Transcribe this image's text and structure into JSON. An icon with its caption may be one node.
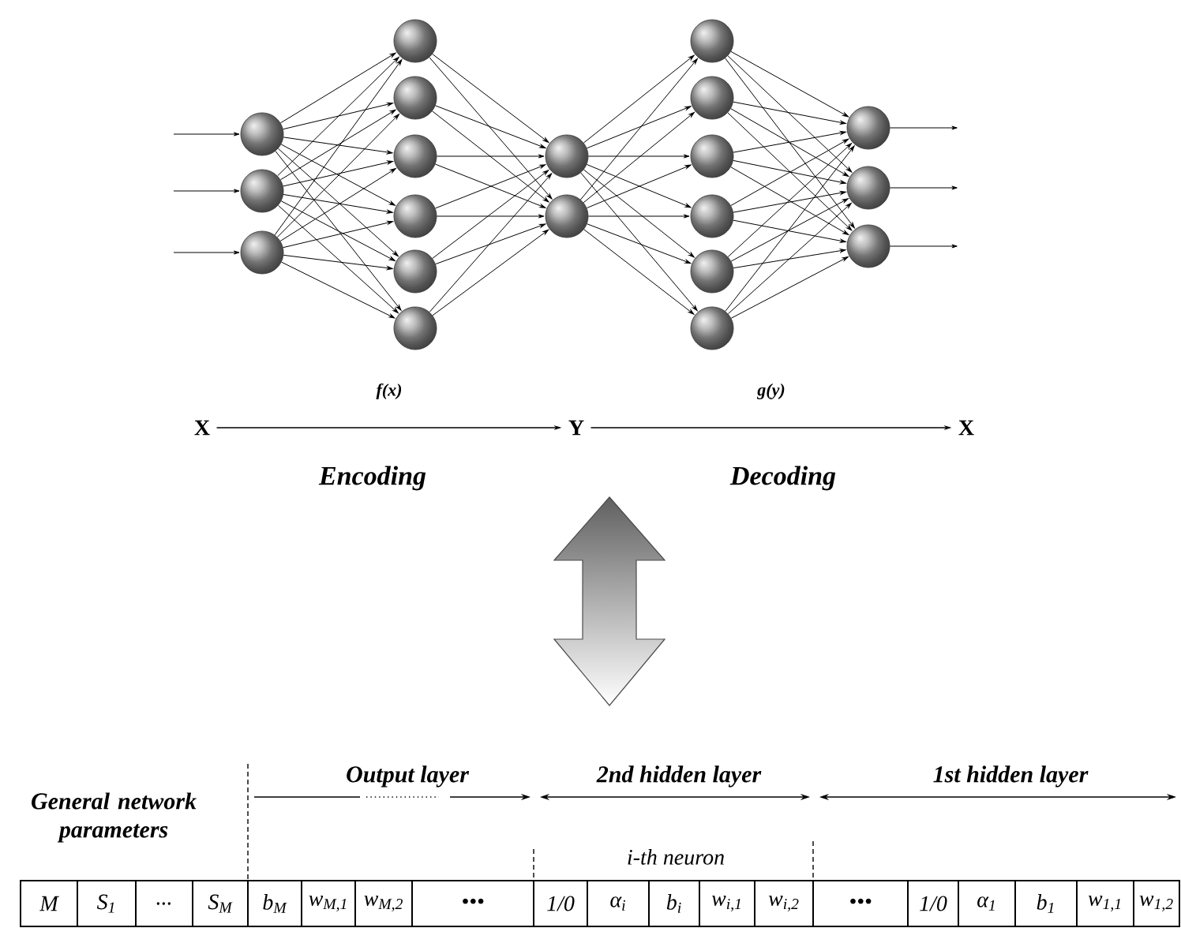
{
  "diagram": {
    "nodes": [
      {
        "text": [],
        "shape": "circle"
      },
      {
        "text": [],
        "shape": "circle"
      },
      {
        "text": [],
        "shape": "circle"
      },
      {
        "text": [],
        "shape": "circle"
      },
      {
        "text": [],
        "shape": "circle"
      },
      {
        "text": [],
        "shape": "circle"
      },
      {
        "text": [],
        "shape": "circle"
      },
      {
        "text": [],
        "shape": "circle"
      },
      {
        "text": [],
        "shape": "circle"
      },
      {
        "text": [],
        "shape": "circle"
      },
      {
        "text": [],
        "shape": "circle"
      },
      {
        "text": [],
        "shape": "circle"
      },
      {
        "text": [],
        "shape": "circle"
      },
      {
        "text": [],
        "shape": "circle"
      },
      {
        "text": [],
        "shape": "circle"
      },
      {
        "text": [],
        "shape": "circle"
      },
      {
        "text": [],
        "shape": "circle"
      },
      {
        "text": [],
        "shape": "circle"
      },
      {
        "text": [],
        "shape": "circle"
      },
      {
        "text": [],
        "shape": "circle"
      },
      {
        "text": [
          "X"
        ]
      },
      {
        "text": [
          "Y"
        ]
      },
      {
        "text": [
          "X"
        ]
      }
    ],
    "edges": [
      {
        "from": null,
        "to": 0,
        "arrow": "to"
      },
      {
        "from": null,
        "to": 1,
        "arrow": "to"
      },
      {
        "from": null,
        "to": 2,
        "arrow": "to"
      },
      {
        "from": 0,
        "to": 3,
        "arrow": "to"
      },
      {
        "from": 0,
        "to": 4,
        "arrow": "to"
      },
      {
        "from": 0,
        "to": 5,
        "arrow": "to"
      },
      {
        "from": 0,
        "to": 6,
        "arrow": "to"
      },
      {
        "from": 0,
        "to": 7,
        "arrow": "to"
      },
      {
        "from": 0,
        "to": 8,
        "arrow": "to"
      },
      {
        "from": 1,
        "to": 3,
        "arrow": "to"
      },
      {
        "from": 1,
        "to": 4,
        "arrow": "to"
      },
      {
        "from": 1,
        "to": 5,
        "arrow": "to"
      },
      {
        "from": 1,
        "to": 6,
        "arrow": "to"
      },
      {
        "from": 1,
        "to": 7,
        "arrow": "to"
      },
      {
        "from": 1,
        "to": 8,
        "arrow": "to"
      },
      {
        "from": 2,
        "to": 3,
        "arrow": "to"
      },
      {
        "from": 2,
        "to": 4,
        "arrow": "to"
      },
      {
        "from": 2,
        "to": 5,
        "arrow": "to"
      },
      {
        "from": 2,
        "to": 6,
        "arrow": "to"
      },
      {
        "from": 2,
        "to": 7,
        "arrow": "to"
      },
      {
        "from": 2,
        "to": 8,
        "arrow": "to"
      },
      {
        "from": 3,
        "to": 9,
        "arrow": "to"
      },
      {
        "from": 3,
        "to": 10,
        "arrow": "to"
      },
      {
        "from": 4,
        "to": 9,
        "arrow": "to"
      },
      {
        "from": 4,
        "to": 10,
        "arrow": "to"
      },
      {
        "from": 5,
        "to": 9,
        "arrow": "to"
      },
      {
        "from": 5,
        "to": 10,
        "arrow": "to"
      },
      {
        "from": 6,
        "to": 9,
        "arrow": "to"
      },
      {
        "from": 6,
        "to": 10,
        "arrow": "to"
      },
      {
        "from": 7,
        "to": 9,
        "arrow": "to"
      },
      {
        "from": 7,
        "to": 10,
        "arrow": "to"
      },
      {
        "from": 8,
        "to": 9,
        "arrow": "to"
      },
      {
        "from": 8,
        "to": 10,
        "arrow": "to"
      },
      {
        "from": 9,
        "to": 11,
        "arrow": "to"
      },
      {
        "from": 9,
        "to": 12,
        "arrow": "to"
      },
      {
        "from": 9,
        "to": 13,
        "arrow": "to"
      },
      {
        "from": 9,
        "to": 14,
        "arrow": "to"
      },
      {
        "from": 9,
        "to": 15,
        "arrow": "to"
      },
      {
        "from": 9,
        "to": 16,
        "arrow": "to"
      },
      {
        "from": 10,
        "to": 11,
        "arrow": "to"
      },
      {
        "from": 10,
        "to": 12,
        "arrow": "to"
      },
      {
        "from": 10,
        "to": 13,
        "arrow": "to"
      },
      {
        "from": 10,
        "to": 14,
        "arrow": "to"
      },
      {
        "from": 10,
        "to": 15,
        "arrow": "to"
      },
      {
        "from": 10,
        "to": 16,
        "arrow": "to"
      },
      {
        "from": 11,
        "to": 17,
        "arrow": "to"
      },
      {
        "from": 11,
        "to": 18,
        "arrow": "to"
      },
      {
        "from": 11,
        "to": 19,
        "arrow": "to"
      },
      {
        "from": 12,
        "to": 17,
        "arrow": "to"
      },
      {
        "from": 12,
        "to": 18,
        "arrow": "to"
      },
      {
        "from": 12,
        "to": 19,
        "arrow": "to"
      },
      {
        "from": 13,
        "to": 17,
        "arrow": "to"
      },
      {
        "from": 13,
        "to": 18,
        "arrow": "to"
      },
      {
        "from": 13,
        "to": 19,
        "arrow": "to"
      },
      {
        "from": 14,
        "to": 17,
        "arrow": "to"
      },
      {
        "from": 14,
        "to": 18,
        "arrow": "to"
      },
      {
        "from": 14,
        "to": 19,
        "arrow": "to"
      },
      {
        "from": 15,
        "to": 17,
        "arrow": "to"
      },
      {
        "from": 15,
        "to": 18,
        "arrow": "to"
      },
      {
        "from": 15,
        "to": 19,
        "arrow": "to"
      },
      {
        "from": 16,
        "to": 17,
        "arrow": "to"
      },
      {
        "from": 16,
        "to": 18,
        "arrow": "to"
      },
      {
        "from": 16,
        "to": 19,
        "arrow": "to"
      },
      {
        "from": 17,
        "to": null,
        "arrow": "to"
      },
      {
        "from": 18,
        "to": null,
        "arrow": "to"
      },
      {
        "from": 19,
        "to": null,
        "arrow": "to"
      },
      {
        "from": 20,
        "to": 21,
        "arrow": "to",
        "label": "f(x)"
      },
      {
        "from": 21,
        "to": 22,
        "arrow": "to",
        "label": "g(y)"
      }
    ],
    "labels": [
      "Encoding",
      "Decoding",
      "Output layer",
      "2nd hidden layer",
      "1st hidden layer",
      "General network parameters",
      "i-th neuron",
      "M",
      "S$_{1}$",
      "...",
      "S$_{M}$",
      "b$_{M}$",
      "w$_{M,1}$",
      "w$_{M,2}$",
      "•••",
      "1/0",
      "α$_{i}$",
      "b$_{i}$",
      "w$_{i,1}$",
      "w$_{i,2}$",
      "•••",
      "1/0",
      "α$_{1}$",
      "b$_{1}$",
      "w$_{1,1}$",
      "w$_{1,2}$"
    ]
  }
}
